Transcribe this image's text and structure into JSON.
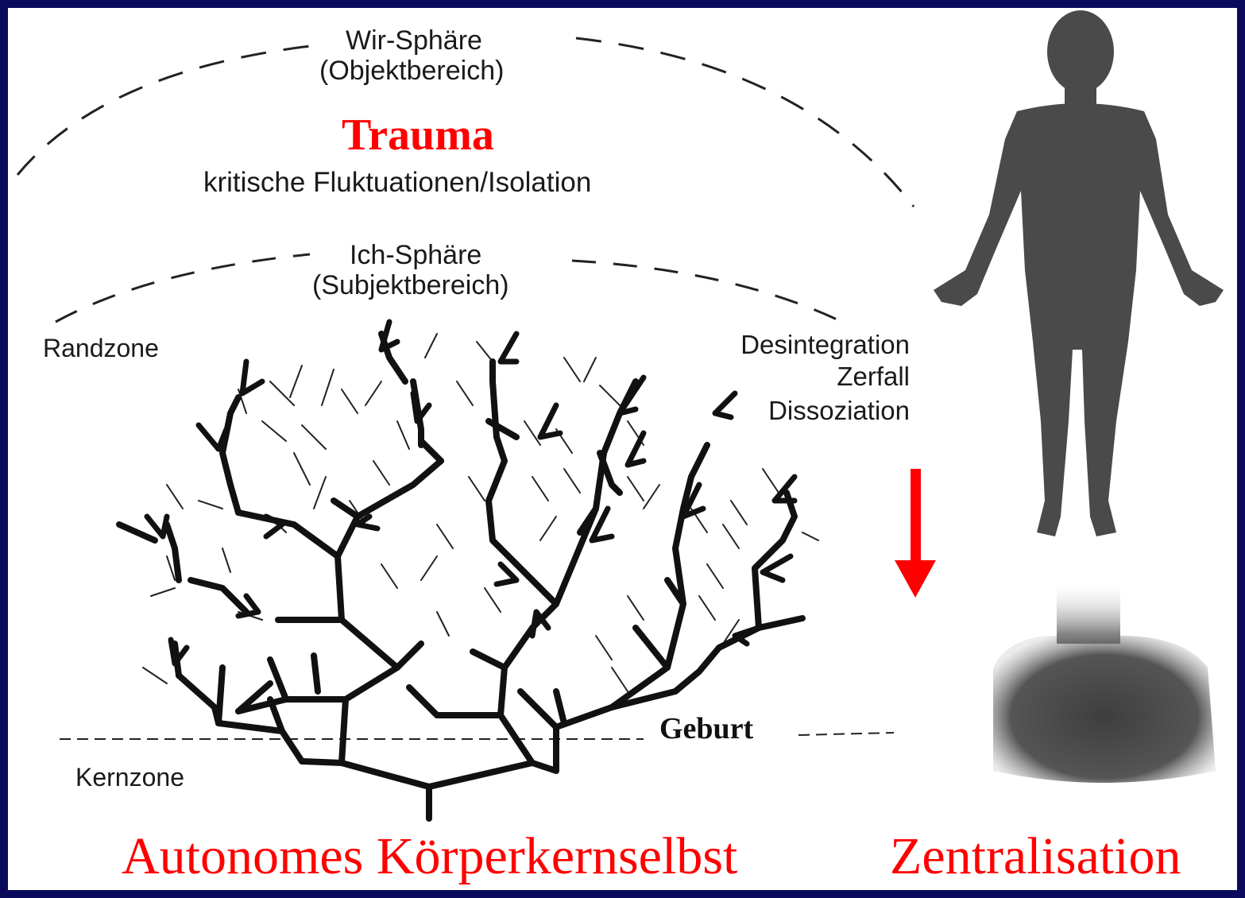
{
  "labels": {
    "wir_sphaere": "Wir-Sphäre",
    "objektbereich": "(Objektbereich)",
    "trauma": "Trauma",
    "kritische": "kritische Fluktuationen/Isolation",
    "ich_sphaere": "Ich-Sphäre",
    "subjektbereich": "(Subjektbereich)",
    "randzone": "Randzone",
    "desintegration": "Desintegration",
    "zerfall": "Zerfall",
    "dissoziation": "Dissoziation",
    "geburt": "Geburt",
    "kernzone": "Kernzone",
    "caption_left": "Autonomes Körperkernselbst",
    "caption_right": "Zentralisation"
  },
  "icons": {
    "full_body": "human-body-silhouette",
    "torso": "torso-silhouette",
    "arrow": "down-arrow"
  },
  "colors": {
    "frame": "#0a0a5c",
    "accent_red": "#ff0000",
    "ink": "#111111",
    "silhouette": "#4a4a4a"
  }
}
